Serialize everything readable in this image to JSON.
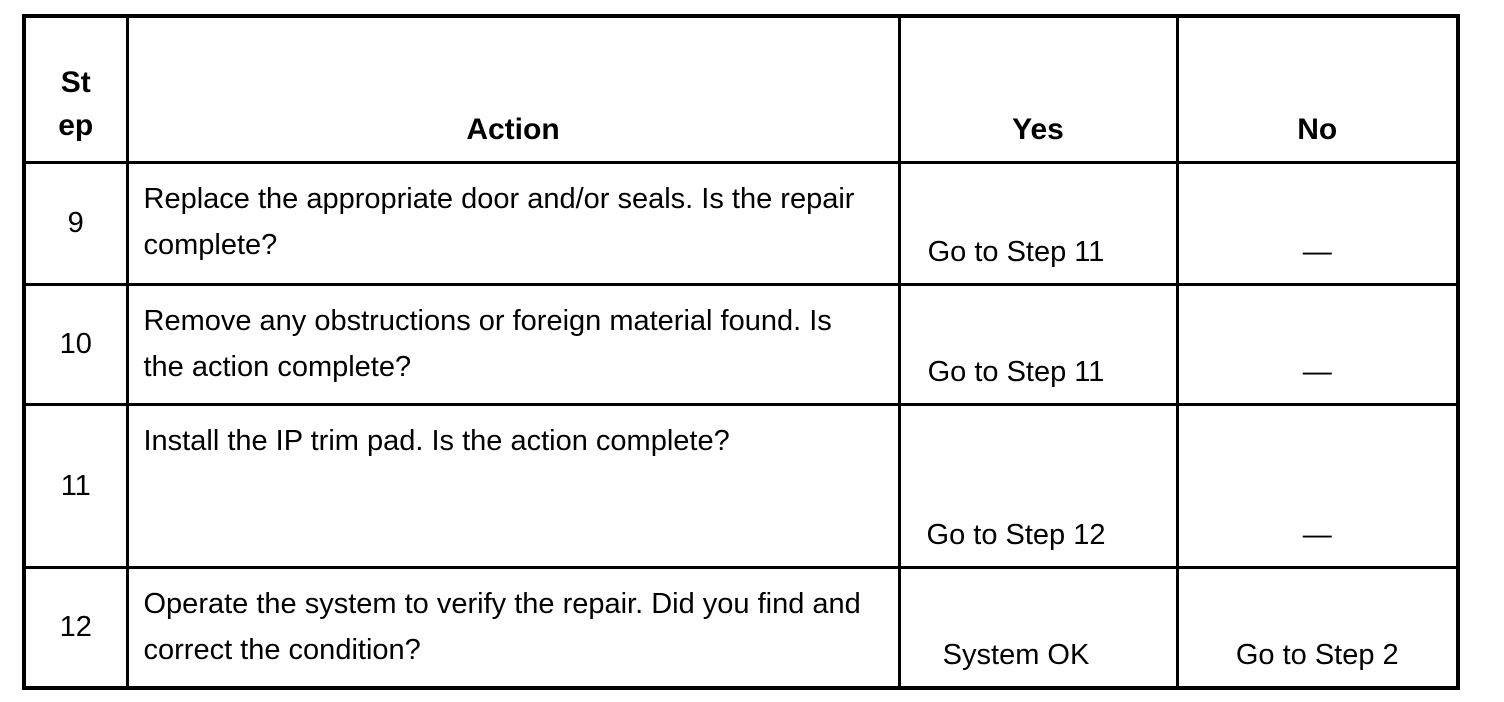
{
  "table": {
    "header": {
      "step_lines": [
        "St",
        "ep"
      ],
      "action": "Action",
      "yes": "Yes",
      "no": "No"
    },
    "rows": [
      {
        "step": "9",
        "action_lines": [
          "Replace the appropriate door and/or seals. Is the repair",
          "complete?"
        ],
        "yes": "Go to Step 11",
        "no": "—"
      },
      {
        "step": "10",
        "action_lines": [
          "Remove any obstructions or foreign material found. Is",
          "the action complete?"
        ],
        "yes": "Go to Step 11",
        "no": "—"
      },
      {
        "step": "11",
        "action_lines": [
          "Install the IP trim pad. Is the action complete?"
        ],
        "yes": "Go to Step 12",
        "no": "—"
      },
      {
        "step": "12",
        "action_lines": [
          "Operate the system to verify the repair. Did you find and",
          "correct the condition?"
        ],
        "yes": "System OK",
        "no": "Go to Step 2"
      }
    ]
  },
  "colors": {
    "border": "#000000",
    "text": "#000000",
    "background": "#ffffff"
  }
}
